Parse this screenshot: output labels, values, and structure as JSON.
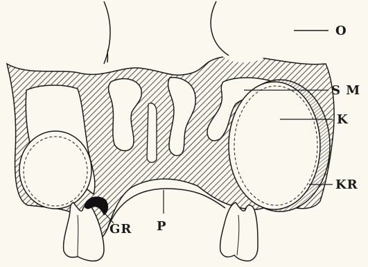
{
  "figure": {
    "labels": {
      "O": "O",
      "SM": "S M",
      "K": "K",
      "KR": "KR",
      "GR": "GR",
      "P": "P"
    }
  }
}
